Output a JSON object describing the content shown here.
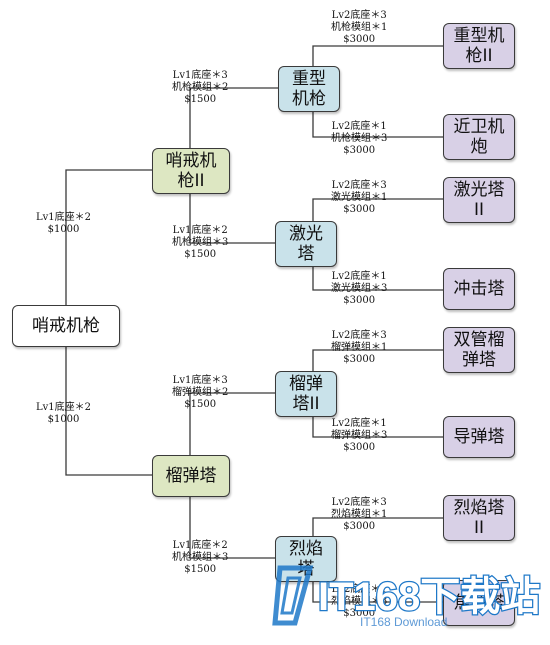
{
  "nodes": {
    "root": "哨戒机枪",
    "sentry2": "哨戒机\n枪II",
    "mortar": "榴弹塔",
    "heavy": "重型\n机枪",
    "laser": "激光\n塔",
    "mortar2": "榴弹\n塔II",
    "flame": "烈焰\n塔",
    "heavy2": "重型机\n枪II",
    "closein": "近卫机\n炮",
    "laser2": "激光塔\nII",
    "impact": "冲击塔",
    "twin": "双管榴\n弹塔",
    "missile": "导弹塔",
    "flame2": "烈焰塔\nII",
    "scorch": "焦油塔"
  },
  "labels": {
    "root_sentry2": [
      "Lv1底座＊2",
      "$1000"
    ],
    "root_mortar": [
      "Lv1底座＊2",
      "$1000"
    ],
    "sentry2_heavy": [
      "Lv1底座＊3",
      "机枪模组＊2",
      "$1500"
    ],
    "sentry2_laser": [
      "Lv1底座＊2",
      "机枪模组＊3",
      "$1500"
    ],
    "mortar_mortar2": [
      "Lv1底座＊3",
      "榴弹模组＊2",
      "$1500"
    ],
    "mortar_flame": [
      "Lv1底座＊2",
      "机枪模组＊3",
      "$1500"
    ],
    "heavy_heavy2": [
      "Lv2底座＊3",
      "机枪模组＊1",
      "$3000"
    ],
    "heavy_closein": [
      "Lv2底座＊1",
      "机枪模组＊3",
      "$3000"
    ],
    "laser_laser2": [
      "Lv2底座＊3",
      "激光模组＊1",
      "$3000"
    ],
    "laser_impact": [
      "Lv2底座＊1",
      "激光模组＊3",
      "$3000"
    ],
    "mortar2_twin": [
      "Lv2底座＊3",
      "榴弹模组＊1",
      "$3000"
    ],
    "mortar2_missile": [
      "Lv2底座＊1",
      "榴弹模组＊3",
      "$3000"
    ],
    "flame_flame2": [
      "Lv2底座＊3",
      "烈焰模组＊1",
      "$3000"
    ],
    "flame_scorch": [
      "Lv2底座＊1",
      "烈焰模组＊3",
      "$3000"
    ]
  },
  "watermark": {
    "logo_text": "IT168下载站",
    "sub_text": "IT168 Download"
  },
  "colors": {
    "root": "#ffffff",
    "tier1": "#dde7c2",
    "tier2": "#c9e2ea",
    "tier3": "#d8d0e6",
    "line": "#3a3a3a",
    "watermark": "#1e78c8"
  }
}
